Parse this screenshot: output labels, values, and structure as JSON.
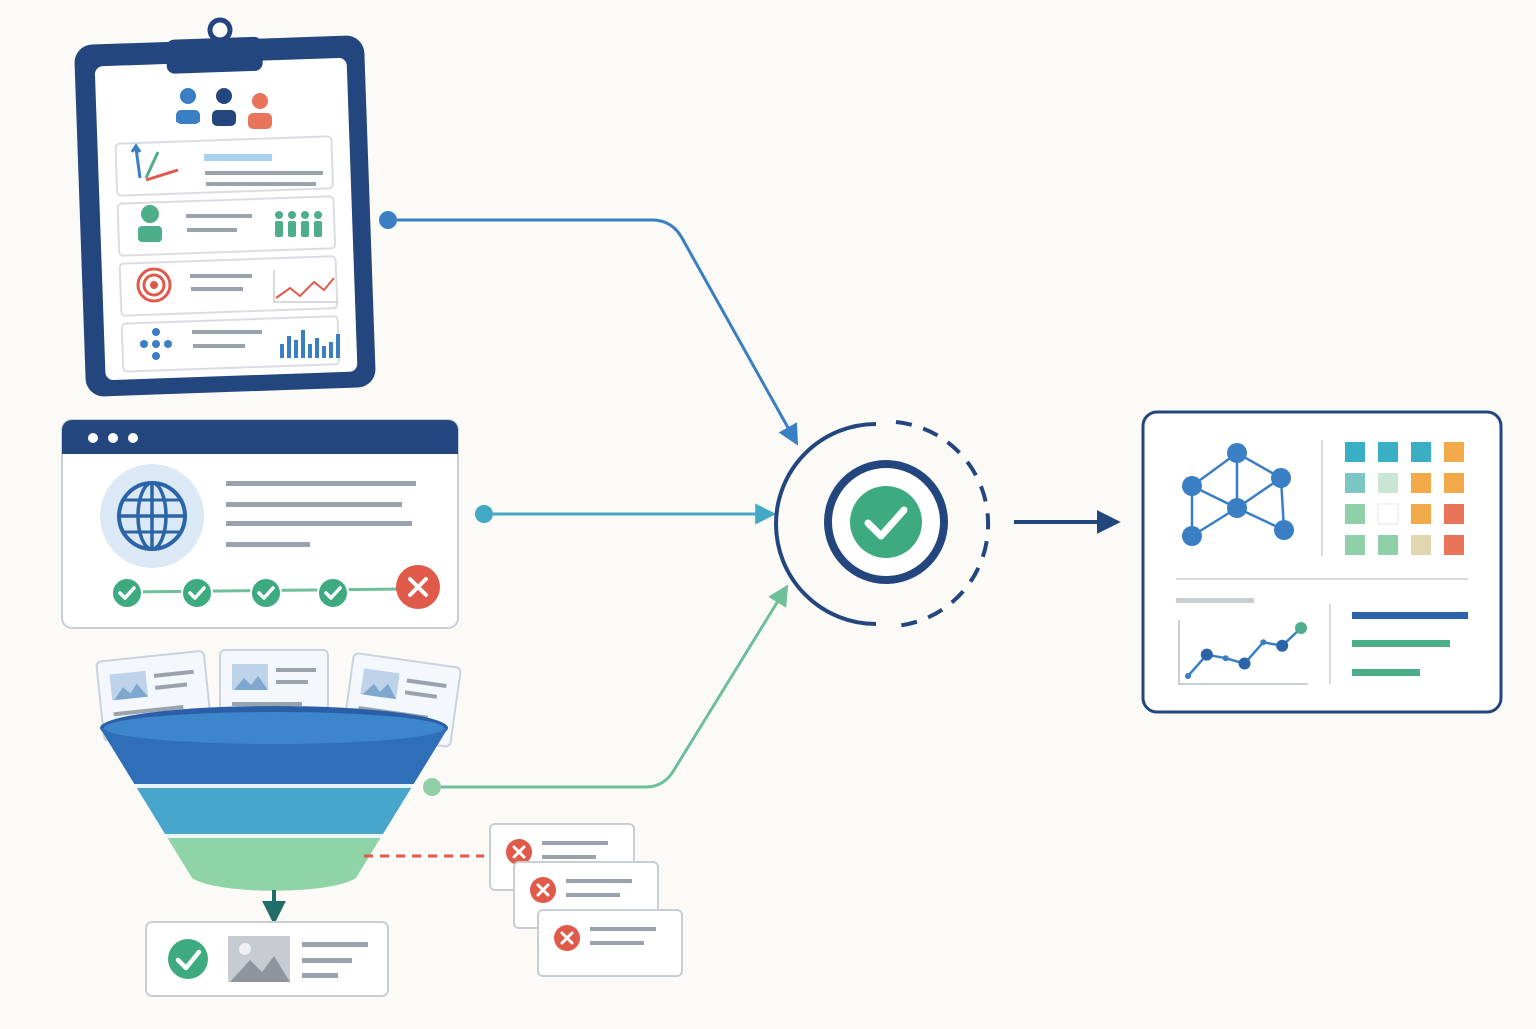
{
  "colors": {
    "background": "#fbfaf6",
    "navy": "#24467f",
    "blue": "#3a7fc4",
    "teal": "#44a9c6",
    "green": "#4fae8a",
    "green_light": "#8fd0a8",
    "red": "#e05a4a",
    "orange": "#f2a94a",
    "gray_line": "#9aa3ad",
    "light_blue_bar": "#a9d0ef"
  },
  "icons": {
    "clipboard": "clipboard-icon",
    "people": "people-group-icon",
    "growth_arrows": "growth-arrows-icon",
    "person": "person-icon",
    "crowd": "crowd-icon",
    "target": "target-icon",
    "trend_line": "trend-line-icon",
    "cluster_dots": "cluster-dots-icon",
    "bar_chart": "bar-chart-icon",
    "globe": "globe-icon",
    "check": "check-icon",
    "cross": "cross-icon",
    "image": "image-icon",
    "funnel": "funnel-icon",
    "validation_hub": "validation-check-icon",
    "network_graph": "network-graph-icon",
    "heatmap": "heatmap-icon",
    "line_chart": "line-chart-icon"
  },
  "web_panel": {
    "steps": [
      "passed",
      "passed",
      "passed",
      "passed",
      "failed"
    ]
  },
  "funnel": {
    "input_cards": 3,
    "rejected_cards": 3,
    "accepted_cards": 1
  },
  "dashboard": {
    "heatmap_rows": [
      [
        "#3aaec3",
        "#3aaec3",
        "#3aaec3",
        "#f2a94a"
      ],
      [
        "#7cc7c3",
        "#c9e5d3",
        "#f2a94a",
        "#f2a94a"
      ],
      [
        "#8fd0a8",
        "#ffffff",
        "#f2a94a",
        "#e8745a"
      ],
      [
        "#8fd0a8",
        "#8fd0a8",
        "#e0d7b0",
        "#e8745a"
      ]
    ],
    "line_points": [
      {
        "x": 1,
        "y": 1
      },
      {
        "x": 2,
        "y": 2.2
      },
      {
        "x": 3,
        "y": 2
      },
      {
        "x": 4,
        "y": 1.7
      },
      {
        "x": 5,
        "y": 2.9
      },
      {
        "x": 6,
        "y": 2.7
      },
      {
        "x": 7,
        "y": 3.7
      }
    ]
  }
}
